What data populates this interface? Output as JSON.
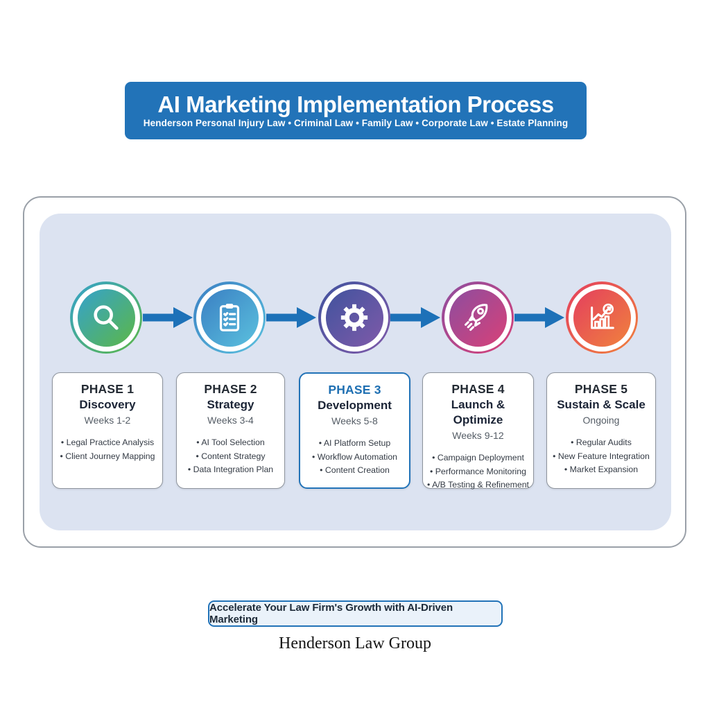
{
  "header": {
    "title": "AI Marketing Implementation Process",
    "subtitle": "Henderson Personal Injury Law • Criminal Law • Family Law • Corporate Law • Estate Planning"
  },
  "phases": [
    {
      "id": "PHASE 1",
      "name": "Discovery",
      "duration": "Weeks 1-2",
      "bullets": [
        "Legal Practice Analysis",
        "Client Journey Mapping"
      ],
      "icon": "magnifier-icon",
      "gradient": [
        "#35a2cc",
        "#5cb747"
      ],
      "highlighted": false
    },
    {
      "id": "PHASE 2",
      "name": "Strategy",
      "duration": "Weeks 3-4",
      "bullets": [
        "AI Tool Selection",
        "Content Strategy",
        "Data Integration Plan"
      ],
      "icon": "clipboard-checklist-icon",
      "gradient": [
        "#3a7fc3",
        "#5bc1de"
      ],
      "highlighted": false
    },
    {
      "id": "PHASE 3",
      "name": "Development",
      "duration": "Weeks 5-8",
      "bullets": [
        "AI Platform Setup",
        "Workflow Automation",
        "Content Creation"
      ],
      "icon": "gear-icon",
      "gradient": [
        "#41539e",
        "#7f5aa9"
      ],
      "highlighted": true
    },
    {
      "id": "PHASE 4",
      "name": "Launch & Optimize",
      "duration": "Weeks 9-12",
      "bullets": [
        "Campaign Deployment",
        "Performance Monitoring",
        "A/B Testing & Refinement"
      ],
      "icon": "rocket-icon",
      "gradient": [
        "#8d4d9f",
        "#d84178"
      ],
      "highlighted": false
    },
    {
      "id": "PHASE 5",
      "name": "Sustain & Scale",
      "duration": "Ongoing",
      "bullets": [
        "Regular Audits",
        "New Feature Integration",
        "Market Expansion"
      ],
      "icon": "growth-chart-icon",
      "gradient": [
        "#e43f5e",
        "#f0823d"
      ],
      "highlighted": false
    }
  ],
  "cta": {
    "label": "Accelerate Your Law Firm's Growth with AI-Driven Marketing"
  },
  "footer": {
    "company": "Henderson Law Group"
  },
  "colors": {
    "accent": "#2273b8",
    "arrow": "#1d71b8",
    "panel": "#dce3f1",
    "container_border": "#9aa0a8",
    "highlight": "#2273b8",
    "phase3_label": "#1e6fb2",
    "cta_bg": "#eaf2fa",
    "cta_border": "#2273b8"
  }
}
